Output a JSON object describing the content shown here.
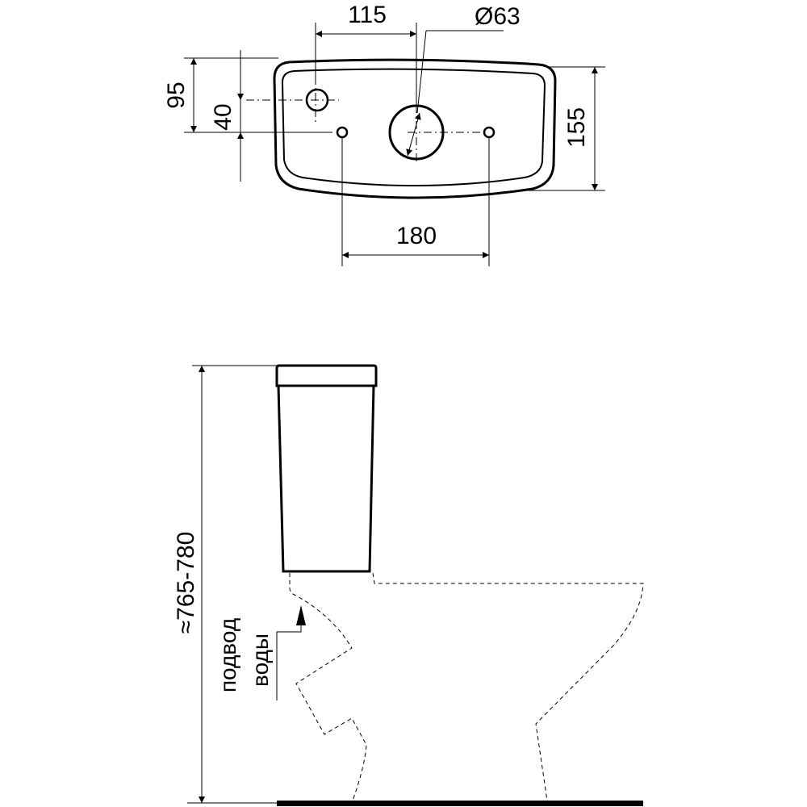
{
  "top_view": {
    "dim_hole_offset": "115",
    "dim_diameter": "Ø63",
    "dim_depth_total": "95",
    "dim_hole_spacing_y": "40",
    "dim_width": "155",
    "dim_bolt_spacing": "180"
  },
  "side_view": {
    "dim_height": "≈765-780",
    "water_inlet_line1": "подвод",
    "water_inlet_line2": "воды"
  }
}
